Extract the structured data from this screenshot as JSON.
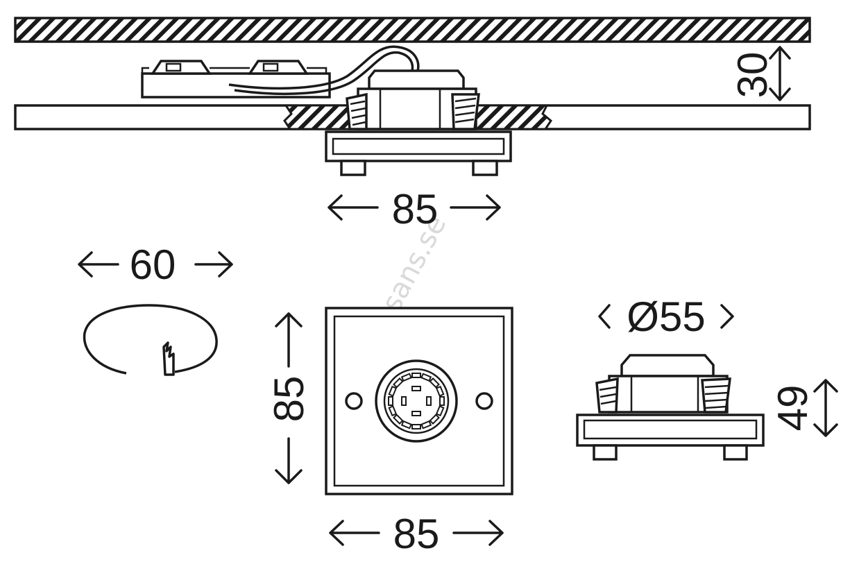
{
  "dimensions": {
    "side_width": "85",
    "side_depth": "30",
    "cutout": "60",
    "front_height": "85",
    "front_width": "85",
    "body_diameter": "Ø55",
    "body_height": "49"
  },
  "watermark": "alasans.se",
  "colors": {
    "line": "#1a1a1a",
    "background": "#ffffff",
    "watermark": "#d9d9d9"
  }
}
